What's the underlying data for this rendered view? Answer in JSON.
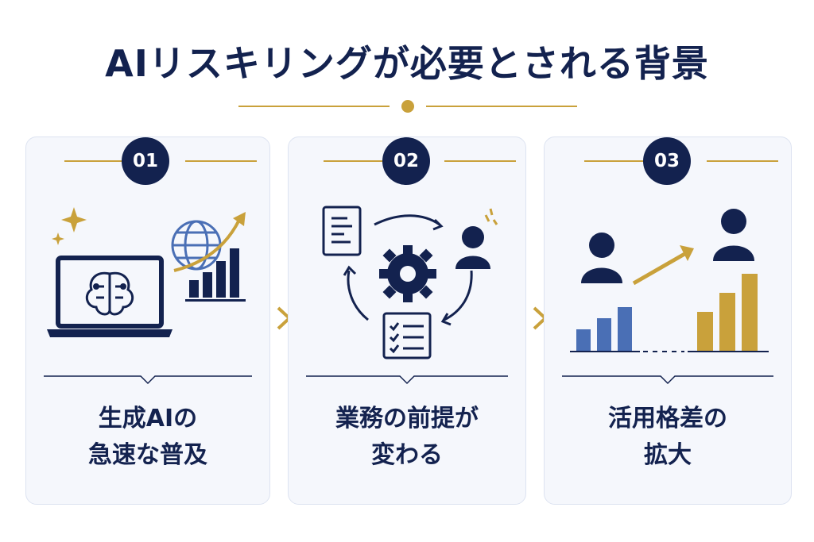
{
  "title": "AIリスキリングが必要とされる背景",
  "colors": {
    "navy": "#13224f",
    "gold": "#c9a13b",
    "blue": "#4a6fb5",
    "card_bg": "#f5f7fc"
  },
  "cards": [
    {
      "number": "01",
      "label_line1": "生成AIの",
      "label_line2": "急速な普及",
      "icons": [
        "sparkle-icon",
        "laptop-icon",
        "brain-circuit-icon",
        "globe-icon",
        "rising-bar-chart-icon",
        "upward-arrow-icon"
      ]
    },
    {
      "number": "02",
      "label_line1": "業務の前提が",
      "label_line2": "変わる",
      "icons": [
        "document-icon",
        "gear-icon",
        "person-icon",
        "checklist-icon",
        "cycle-arrows-icon"
      ]
    },
    {
      "number": "03",
      "label_line1": "活用格差の",
      "label_line2": "拡大",
      "icons": [
        "person-icon",
        "blue-bar-chart-icon",
        "upward-arrow-icon",
        "person-icon",
        "gold-bar-chart-icon"
      ]
    }
  ]
}
